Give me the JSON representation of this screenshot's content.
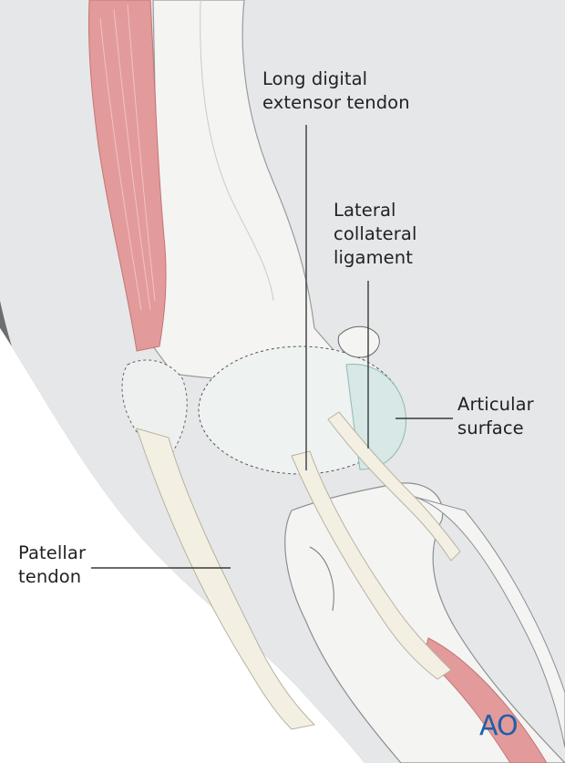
{
  "labels": {
    "long_digital_extensor_tendon": "Long digital\nextensor tendon",
    "lateral_collateral_ligament": "Lateral\ncollateral\nligament",
    "articular_surface": "Articular\nsurface",
    "patellar_tendon": "Patellar\ntendon"
  },
  "logo": {
    "text": "AO",
    "color": "#1f5fa8"
  },
  "colors": {
    "background": "#e6e7e8",
    "skin_dark": "#6d6e71",
    "bone_fill": "#f4f4f3",
    "muscle": "#e29a9a",
    "tendon": "#f3efe3",
    "leader": "#3a3a3a"
  }
}
